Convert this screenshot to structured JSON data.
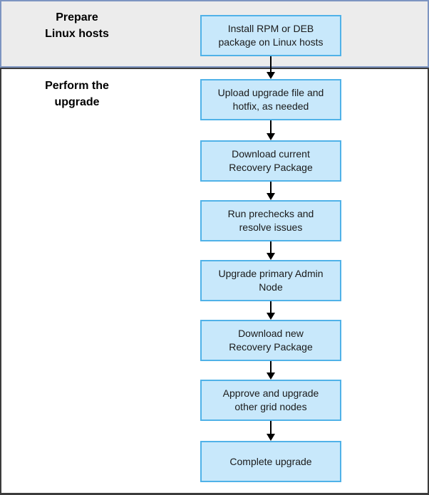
{
  "colors": {
    "step_fill": "#c8e8fb",
    "step_border": "#50b2e8",
    "prepare_section_bg": "#ececec",
    "prepare_section_border": "#7d95c1",
    "upgrade_section_border": "#3c3c3c",
    "arrow": "#000000",
    "text": "#1a1a1a"
  },
  "sections": {
    "prepare": {
      "title": "Prepare\nLinux hosts"
    },
    "upgrade": {
      "title": "Perform the\nupgrade"
    }
  },
  "flow": {
    "steps": [
      {
        "label": "Install RPM or DEB\npackage on Linux hosts"
      },
      {
        "label": "Upload upgrade file and\nhotfix, as needed"
      },
      {
        "label": "Download current\nRecovery Package"
      },
      {
        "label": "Run prechecks and\nresolve issues"
      },
      {
        "label": "Upgrade primary Admin\nNode"
      },
      {
        "label": "Download new\nRecovery Package"
      },
      {
        "label": "Approve and upgrade\nother grid nodes"
      },
      {
        "label": "Complete upgrade"
      }
    ]
  }
}
